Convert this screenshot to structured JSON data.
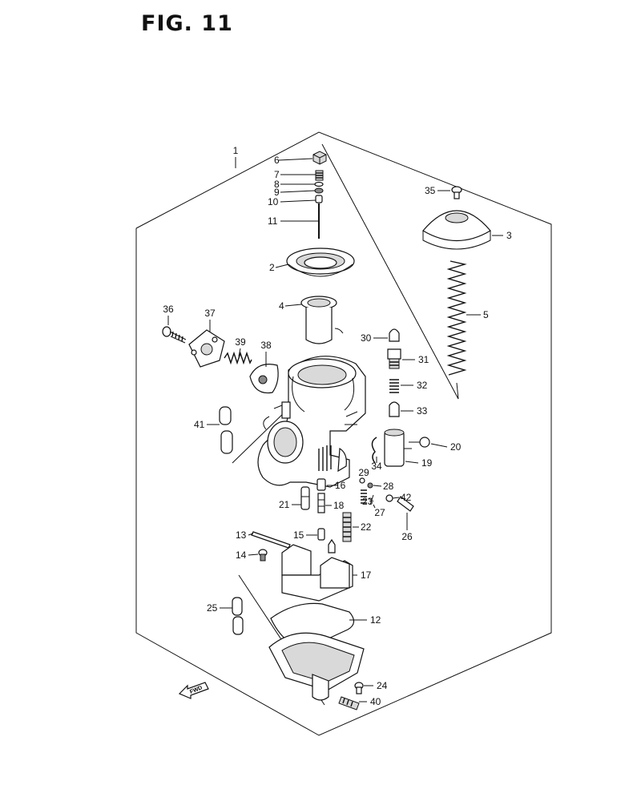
{
  "title": "FIG. 11",
  "fwd_label": "FWD",
  "parts": [
    {
      "no": "1"
    },
    {
      "no": "2"
    },
    {
      "no": "3"
    },
    {
      "no": "4"
    },
    {
      "no": "5"
    },
    {
      "no": "6"
    },
    {
      "no": "7"
    },
    {
      "no": "8"
    },
    {
      "no": "9"
    },
    {
      "no": "10"
    },
    {
      "no": "11"
    },
    {
      "no": "12"
    },
    {
      "no": "13"
    },
    {
      "no": "14"
    },
    {
      "no": "15"
    },
    {
      "no": "16"
    },
    {
      "no": "17"
    },
    {
      "no": "18"
    },
    {
      "no": "19"
    },
    {
      "no": "20"
    },
    {
      "no": "21"
    },
    {
      "no": "22"
    },
    {
      "no": "23"
    },
    {
      "no": "24"
    },
    {
      "no": "25"
    },
    {
      "no": "26"
    },
    {
      "no": "27"
    },
    {
      "no": "28"
    },
    {
      "no": "29"
    },
    {
      "no": "30"
    },
    {
      "no": "31"
    },
    {
      "no": "32"
    },
    {
      "no": "33"
    },
    {
      "no": "34"
    },
    {
      "no": "35"
    },
    {
      "no": "36"
    },
    {
      "no": "37"
    },
    {
      "no": "38"
    },
    {
      "no": "39"
    },
    {
      "no": "40"
    },
    {
      "no": "41"
    },
    {
      "no": "42"
    }
  ]
}
